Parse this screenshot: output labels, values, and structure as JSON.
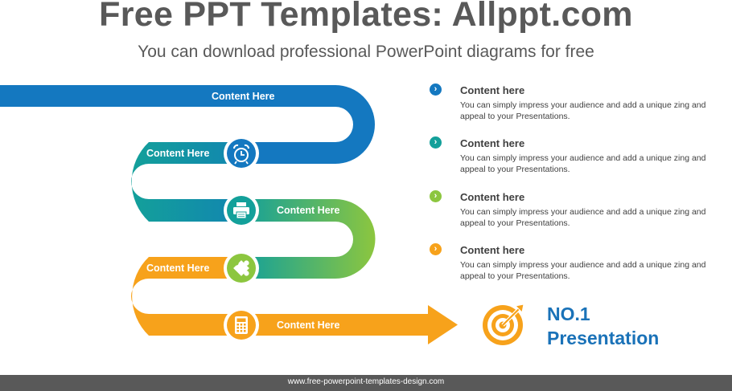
{
  "header": {
    "title": "Free PPT Templates: Allppt.com",
    "subtitle": "You can download professional PowerPoint diagrams for free"
  },
  "road": {
    "segments": [
      {
        "label": "Content  Here",
        "color": "#1478c0"
      },
      {
        "label": "Content  Here",
        "color": "#13a09a"
      },
      {
        "label": "Content  Here",
        "color": "#8cc63f"
      },
      {
        "label": "Content  Here",
        "color": "#13a09a"
      },
      {
        "label": "Content  Here",
        "color": "#f7a21b"
      }
    ],
    "icons": [
      {
        "name": "alarm-clock-icon",
        "color": "#1478c0"
      },
      {
        "name": "printer-icon",
        "color": "#13a09a"
      },
      {
        "name": "puzzle-icon",
        "color": "#8cc63f"
      },
      {
        "name": "calculator-icon",
        "color": "#f7a21b"
      }
    ]
  },
  "items": [
    {
      "title": "Content here",
      "body": "You can simply impress your audience and add a unique zing and appeal to your Presentations.",
      "color": "#1478c0"
    },
    {
      "title": "Content here",
      "body": "You can simply impress your audience and add a unique zing and appeal to your Presentations.",
      "color": "#13a09a"
    },
    {
      "title": "Content here",
      "body": "You can simply impress your audience and add a unique zing and appeal to your Presentations.",
      "color": "#8cc63f"
    },
    {
      "title": "Content here",
      "body": "You can simply impress your audience and add a unique zing and appeal to your Presentations.",
      "color": "#f7a21b"
    }
  ],
  "badge": {
    "line1": "NO.1",
    "line2": "Presentation",
    "icon": "target-icon",
    "color": "#1a72b8",
    "icon_color": "#f7a21b"
  },
  "footer": {
    "url": "www.free-powerpoint-templates-design.com"
  }
}
